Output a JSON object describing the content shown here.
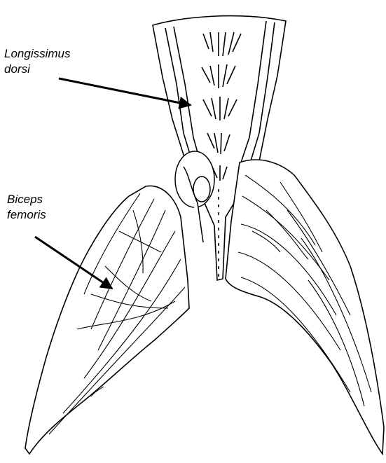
{
  "labels": {
    "longissimus": {
      "line1": "Longissimus",
      "line2": "dorsi"
    },
    "biceps": {
      "line1": "Biceps",
      "line2": "femoris"
    }
  },
  "colors": {
    "ink": "#000000",
    "paper": "#ffffff"
  }
}
